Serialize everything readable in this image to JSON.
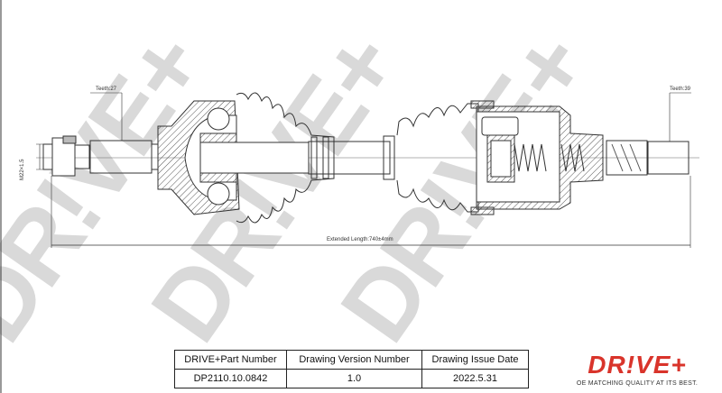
{
  "watermark": "DR!VE+",
  "annotations": {
    "teeth_left": "Teeth:27",
    "teeth_right": "Teeth:39",
    "thread": "M22×1.5",
    "extended_length": "Extended Length:740±4mm"
  },
  "title_block": {
    "headers": [
      "DRIVE+Part Number",
      "Drawing Version Number",
      "Drawing Issue Date"
    ],
    "values": [
      "DP2110.10.0842",
      "1.0",
      "2022.5.31"
    ]
  },
  "logo": {
    "text": "DR!VE+",
    "tagline": "OE MATCHING QUALITY AT ITS BEST.",
    "color": "#d9342b"
  }
}
